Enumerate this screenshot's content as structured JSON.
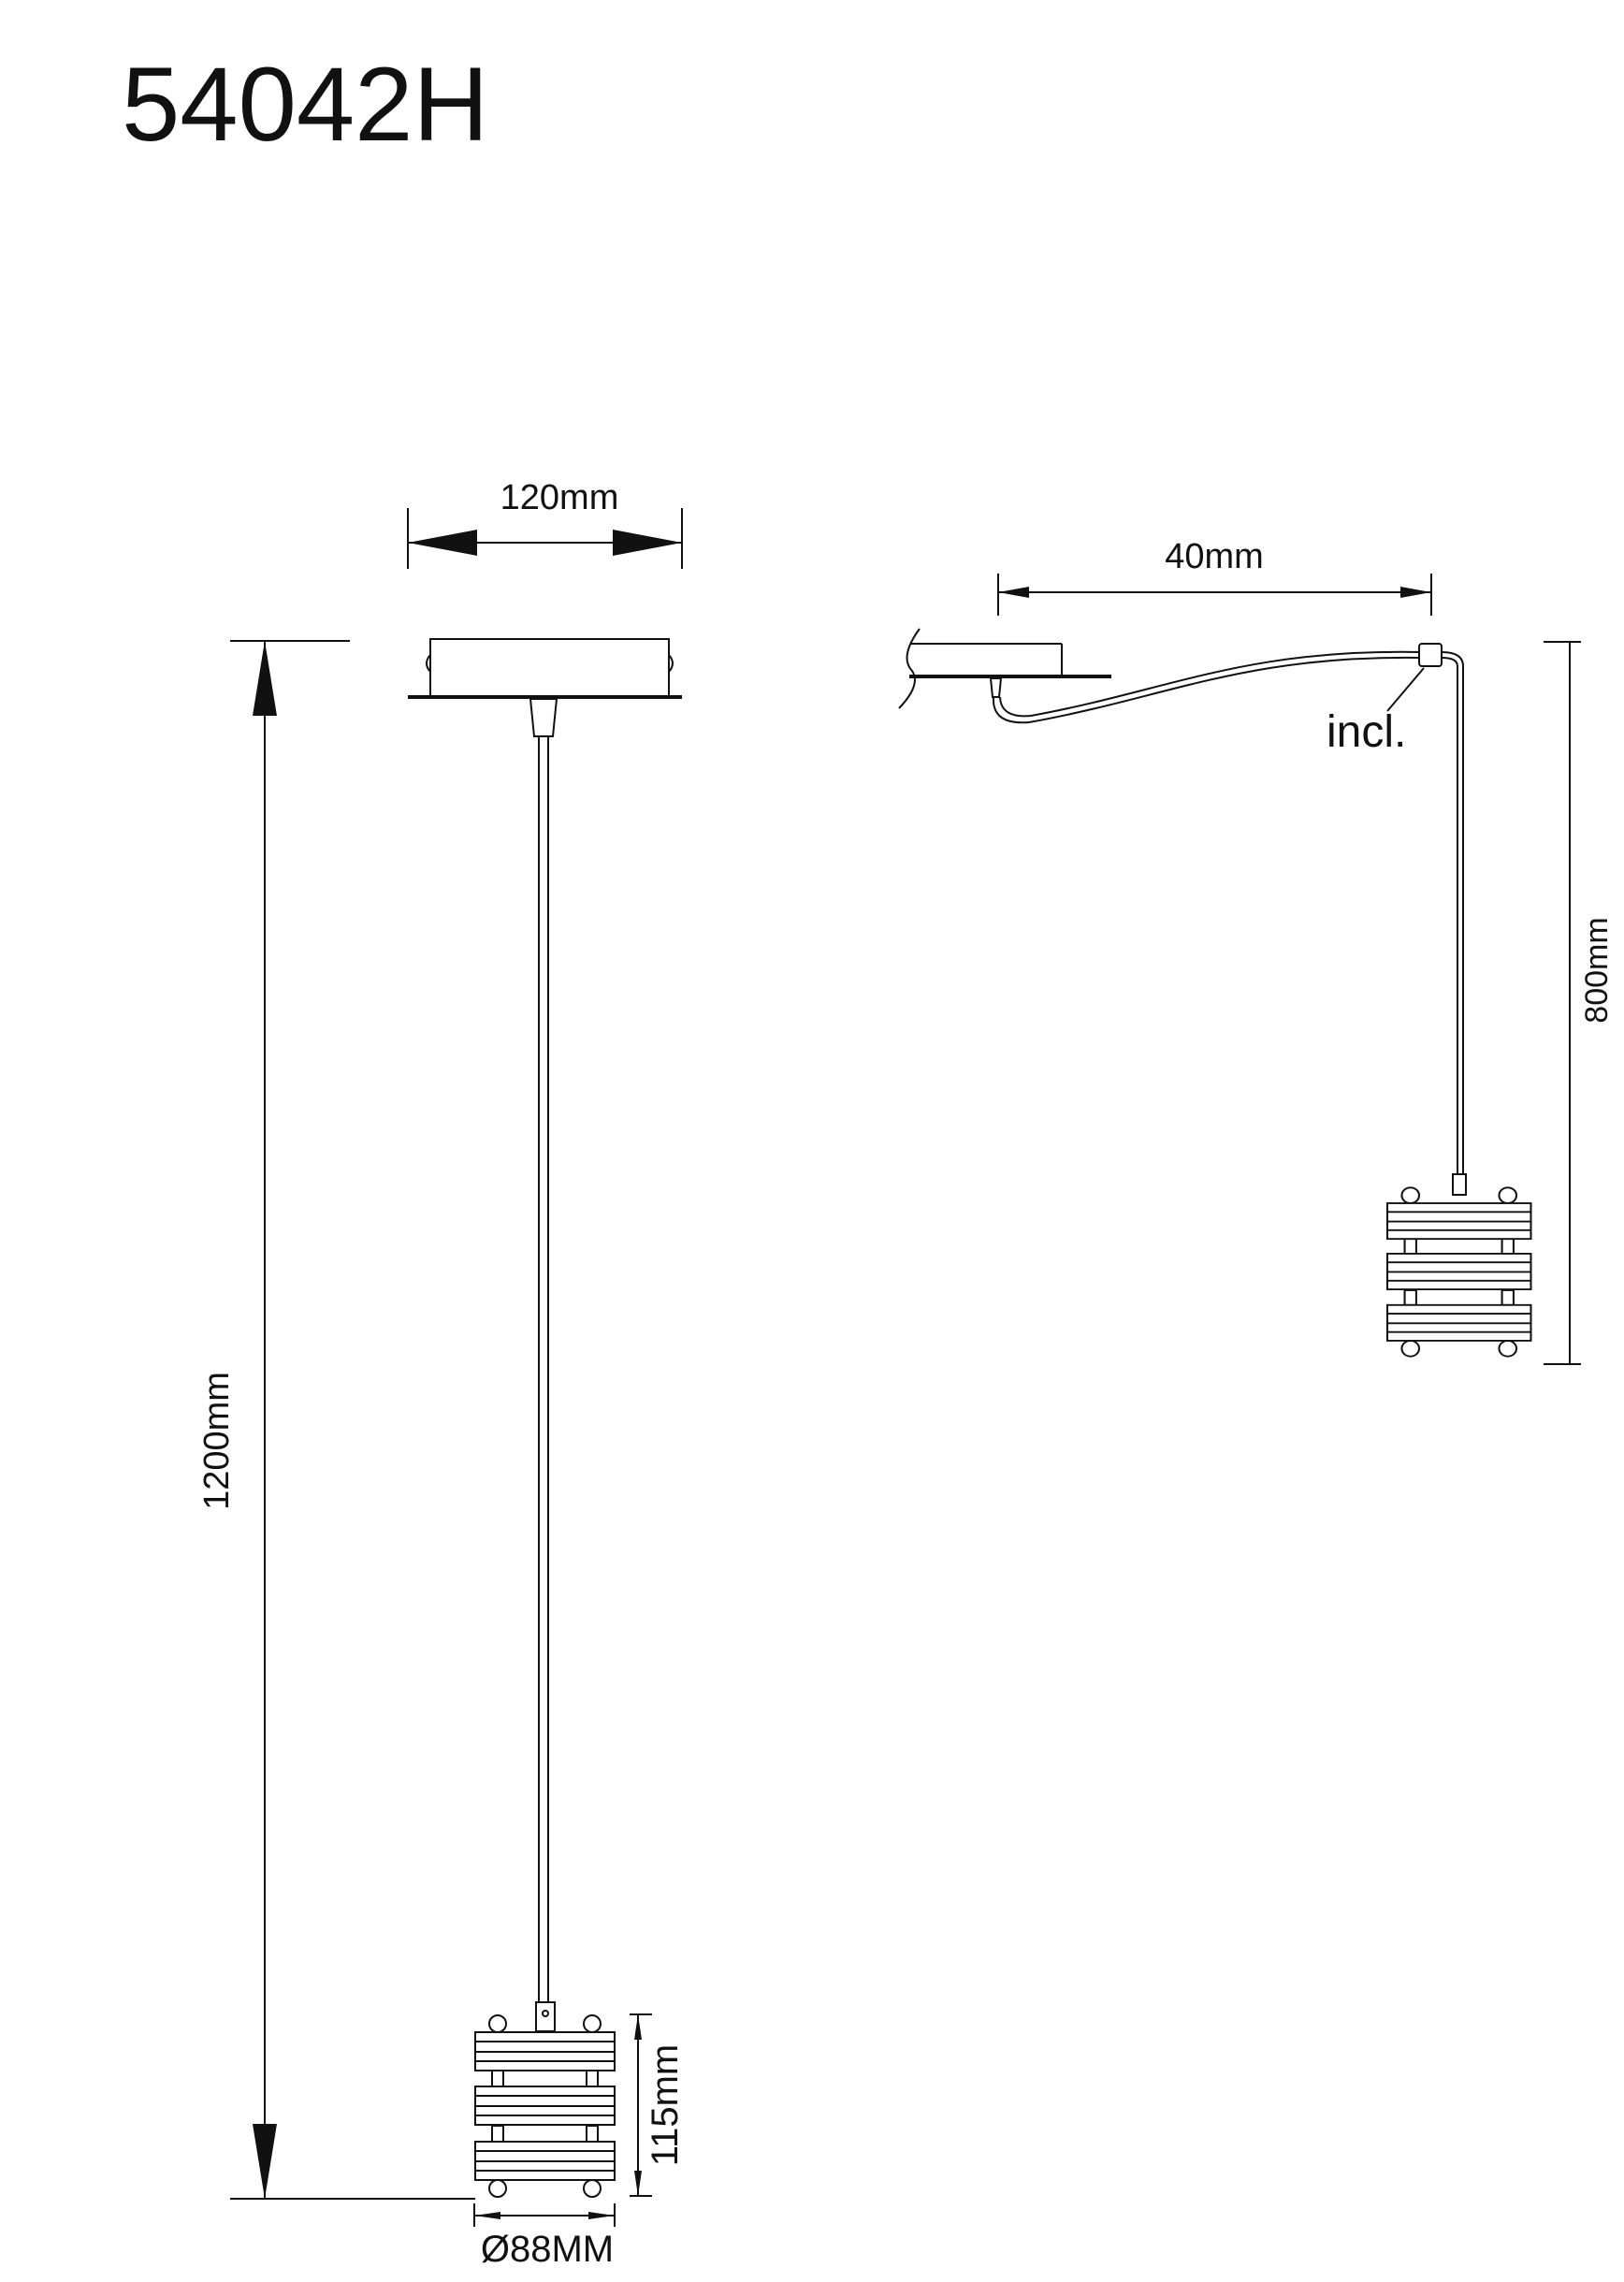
{
  "title": "54042H",
  "front_view": {
    "canopy_diameter": "120mm",
    "total_height": "1200mm",
    "shade_height": "115mm",
    "shade_diameter": "88MM"
  },
  "side_view": {
    "offset": "40mm",
    "hook_note": "incl.",
    "drop_height": "800mm"
  }
}
